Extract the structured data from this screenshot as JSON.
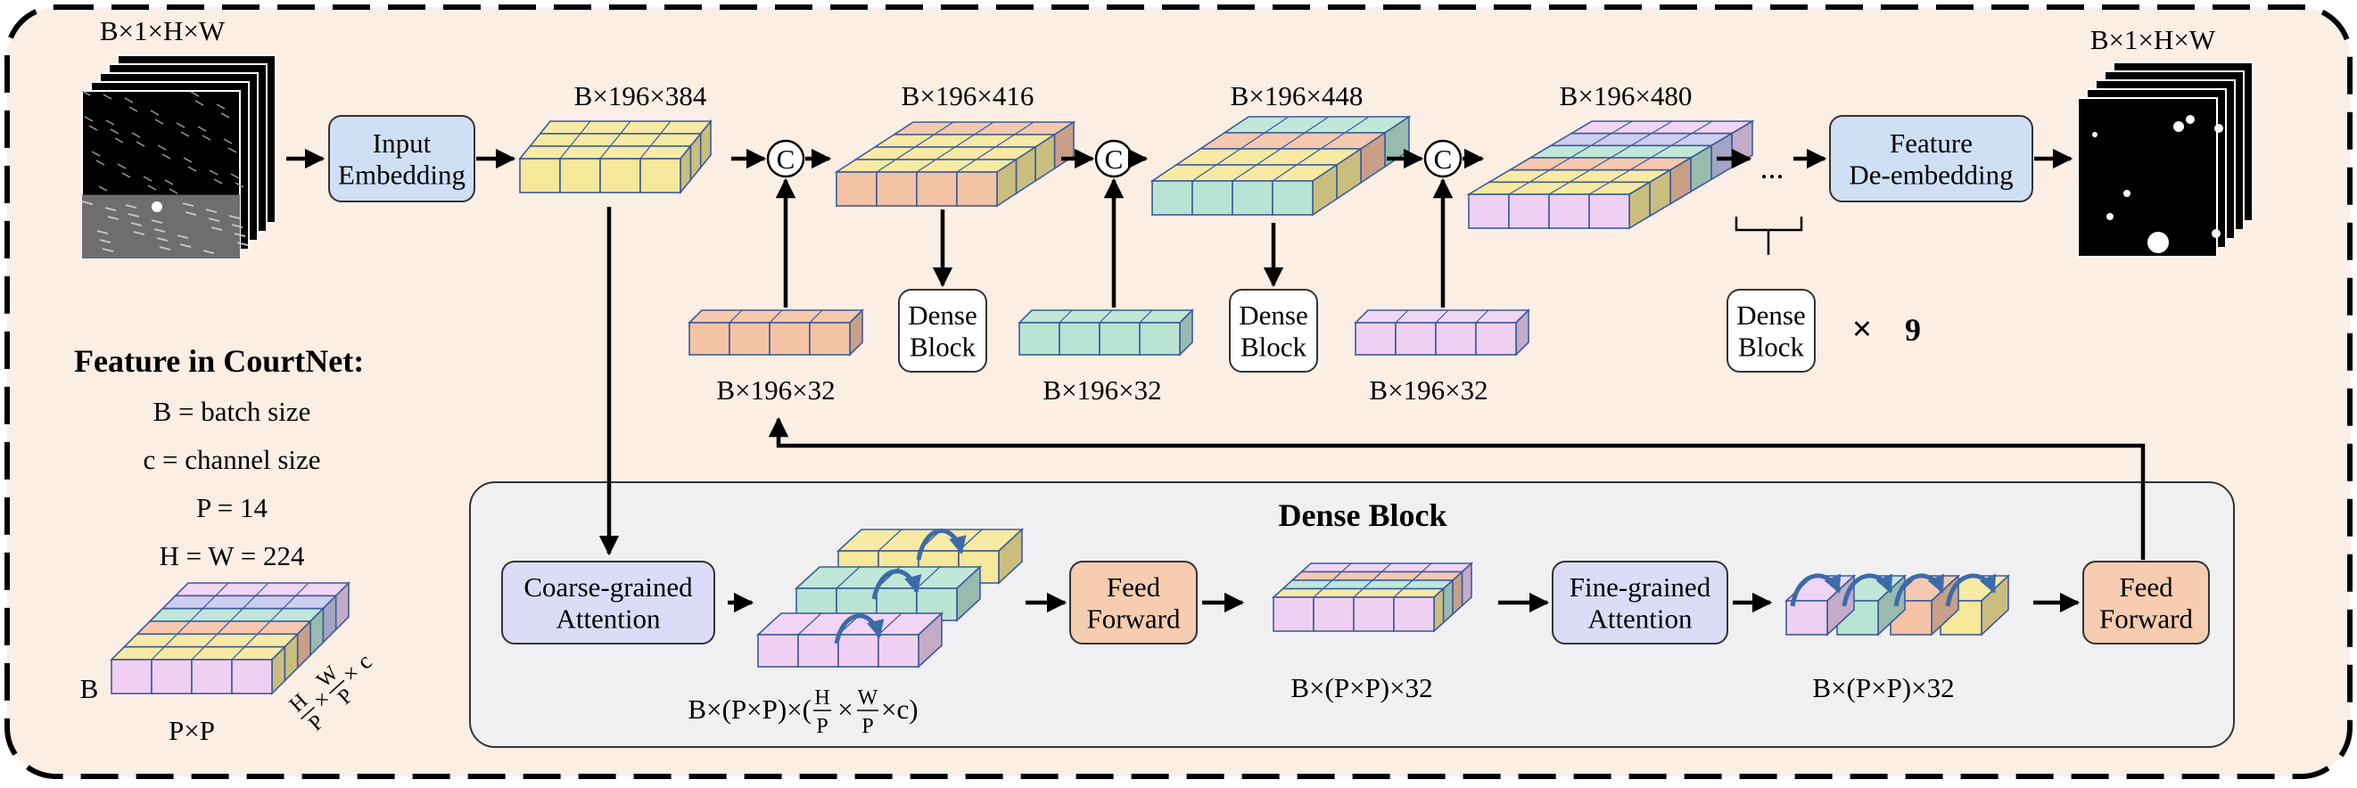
{
  "colors": {
    "background": "#fbeee4",
    "dashed_border": "#000000",
    "panel_fill": "#f0f0f2",
    "yellow": "#f6e89a",
    "blue_purple": "#c7c9ef",
    "pink": "#efd0f3",
    "orange": "#f4c3a6",
    "green": "#b9e4d4",
    "box_blue": "#cfe0f5",
    "box_purple": "#dcdcf8",
    "box_orange": "#f6cdb0",
    "edge": "#3c5a9a",
    "arrow_blue": "#3c6ba8"
  },
  "labels": {
    "input_shape": "B×1×H×W",
    "output_shape": "B×1×H×W",
    "input_embedding": [
      "Input",
      "Embedding"
    ],
    "feature_deembedding": [
      "Feature",
      "De-embedding"
    ],
    "t384": "B×196×384",
    "t416": "B×196×416",
    "t448": "B×196×448",
    "t480": "B×196×480",
    "concat": "C",
    "small_1": "B×196×32",
    "small_2": "B×196×32",
    "small_3": "B×196×32",
    "dense_block_box": [
      "Dense",
      "Block"
    ],
    "ellipsis": "...",
    "times": "×",
    "repeat": "9",
    "panel_title": "Dense Block",
    "coarse": [
      "Coarse-grained",
      "Attention"
    ],
    "fine": [
      "Fine-grained",
      "Attention"
    ],
    "feed_forward": [
      "Feed",
      "Forward"
    ],
    "pp_shape_prefix": "B×(P×P)×(",
    "frac_H": "H",
    "frac_W": "W",
    "frac_P": "P",
    "mid_times": "×",
    "c_suffix": "×c)",
    "pp32_1": "B×(P×P)×32",
    "pp32_2": "B×(P×P)×32",
    "legend_title": "Feature in CourtNet:",
    "legend_lines": [
      "B = batch size",
      "c = channel size",
      "P = 14",
      "H = W = 224"
    ],
    "legend_B": "B",
    "legend_PxP": "P×P",
    "side_H": "H",
    "side_W": "W",
    "side_P1": "P",
    "side_P2": "P",
    "side_x1": "×",
    "side_x2": "×",
    "side_c": "c"
  }
}
